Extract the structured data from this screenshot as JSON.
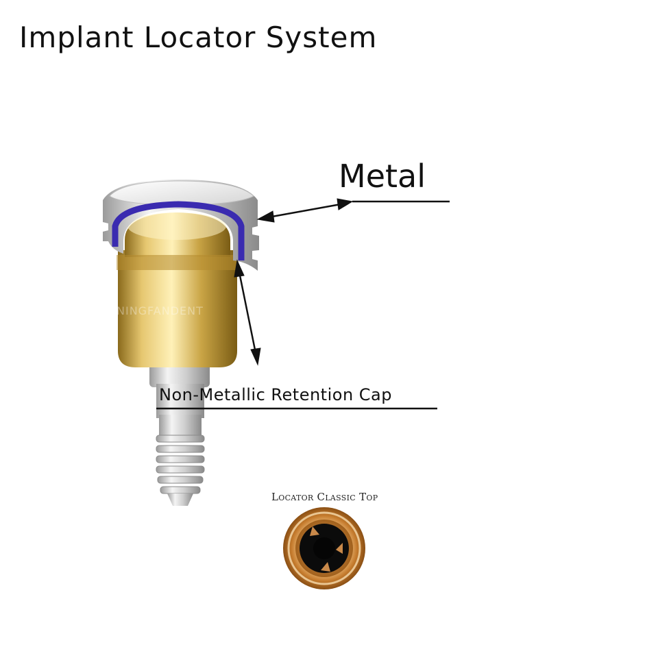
{
  "title": "Implant Locator System",
  "labels": {
    "metal": "Metal",
    "retention_cap": "Non-Metallic Retention Cap",
    "classic_top": "Locator Classic Top"
  },
  "watermark": "NINGFANDENT",
  "colors": {
    "gold": "#c9a445",
    "silver": "#d9d9d9",
    "blue_ring": "#3a2bb0",
    "copper": "#c47a2c",
    "ink": "#111111"
  }
}
